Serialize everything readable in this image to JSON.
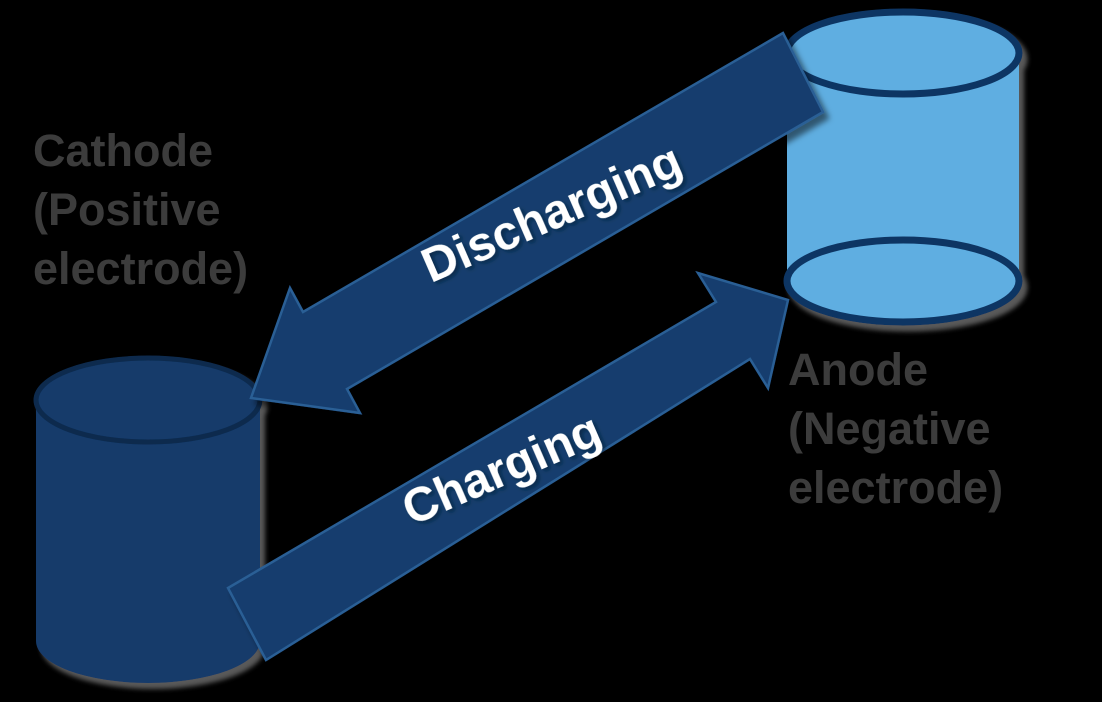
{
  "diagram": {
    "type": "battery-charge-discharge-cycle"
  },
  "labels": {
    "cathode": {
      "line1": "Cathode",
      "line2": "(Positive",
      "line3": "electrode)"
    },
    "anode": {
      "line1": "Anode",
      "line2": "(Negative",
      "line3": "electrode)"
    }
  },
  "arrows": {
    "discharging": {
      "label": "Discharging",
      "direction": "anode-to-cathode"
    },
    "charging": {
      "label": "Charging",
      "direction": "cathode-to-anode"
    }
  },
  "colors": {
    "background": "#000000",
    "arrow_fill": "#133e6e",
    "arrow_edge": "#2a5e95",
    "arrow_text": "#ffffff",
    "cathode_fill": "#133a6a",
    "cathode_rim": "#0c2a4e",
    "anode_fill": "#5eaee1",
    "anode_rim": "#0e3563",
    "electrode_label_text": "#3c3c3c"
  }
}
